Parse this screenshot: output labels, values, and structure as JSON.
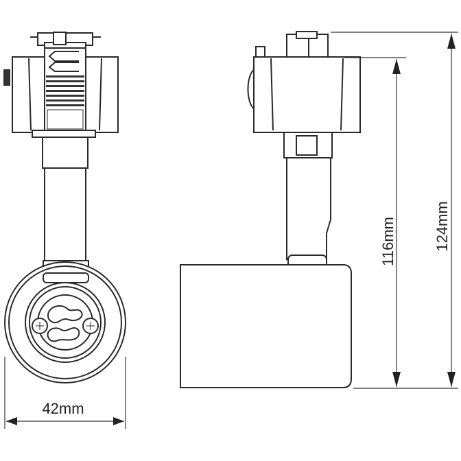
{
  "dimensions": {
    "width": "42mm",
    "height_body": "116mm",
    "height_total": "124mm"
  },
  "colors": {
    "line": "#2a2a2a"
  }
}
